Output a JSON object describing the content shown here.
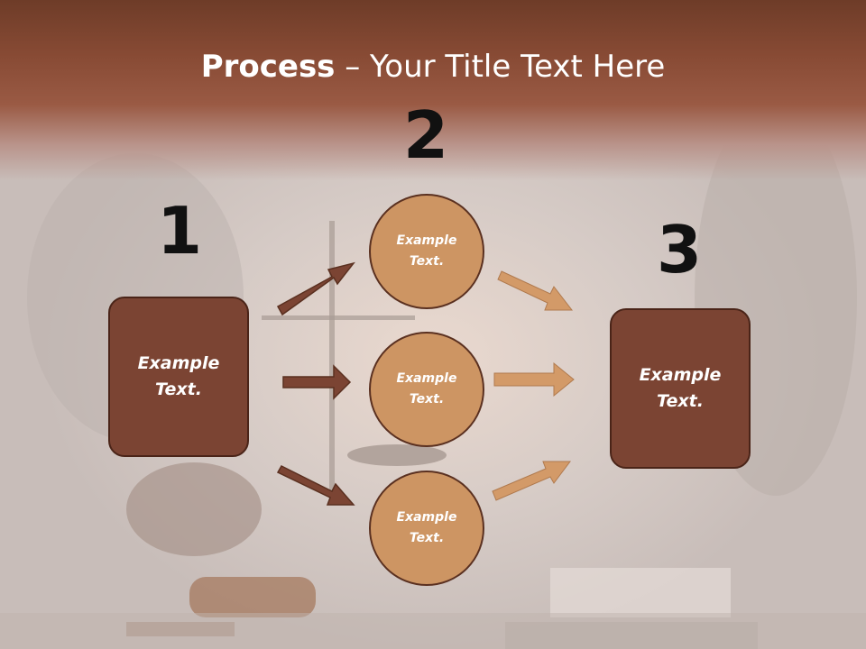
{
  "title": {
    "bold": "Process",
    "rest": " – Your Title Text Here"
  },
  "steps": {
    "one": "1",
    "two": "2",
    "three": "3"
  },
  "left_box": {
    "label": "Example Text."
  },
  "right_box": {
    "label": "Example Text."
  },
  "circles": [
    {
      "label": "Example Text."
    },
    {
      "label": "Example Text."
    },
    {
      "label": "Example Text."
    }
  ],
  "colors": {
    "header": "#874a34",
    "box_fill": "#7b4433",
    "circle_fill": "#cd9563",
    "arrow_dark": "#7b4433",
    "arrow_light": "#d39a68"
  }
}
